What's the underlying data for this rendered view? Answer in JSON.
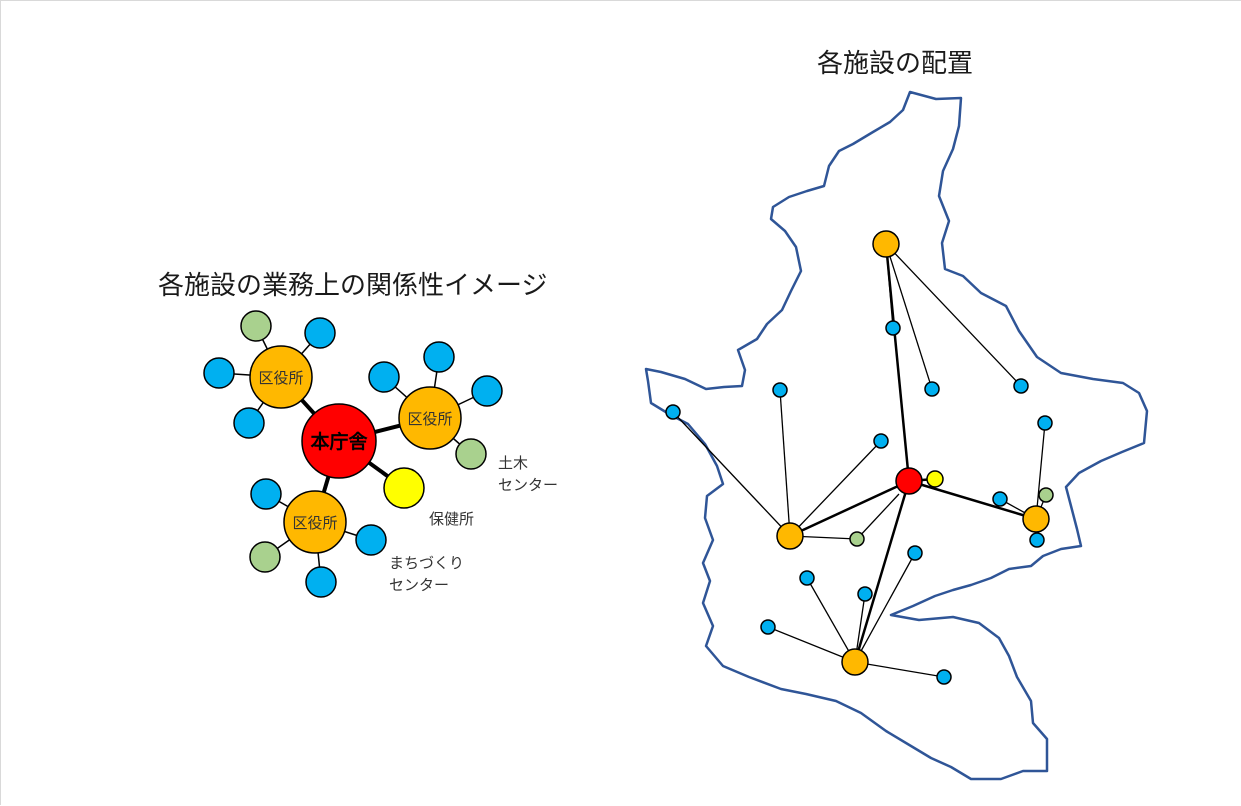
{
  "colors": {
    "honcho": "#ff0000",
    "kuyakusho": "#ffb800",
    "hokenjo": "#ffff00",
    "doboku": "#a9d18e",
    "machizukuri": "#00b0f0",
    "boundary": "#2f5597"
  },
  "left_diagram": {
    "title": "各施設の業務上の関係性イメージ",
    "center_label": "本庁舎",
    "ward_office_label": "区役所",
    "doboku_label_line1": "土木",
    "doboku_label_line2": "センター",
    "hokenjo_label": "保健所",
    "machizukuri_label_line1": "まちづくり",
    "machizukuri_label_line2": "センター"
  },
  "right_map": {
    "title": "各施設の配置"
  }
}
